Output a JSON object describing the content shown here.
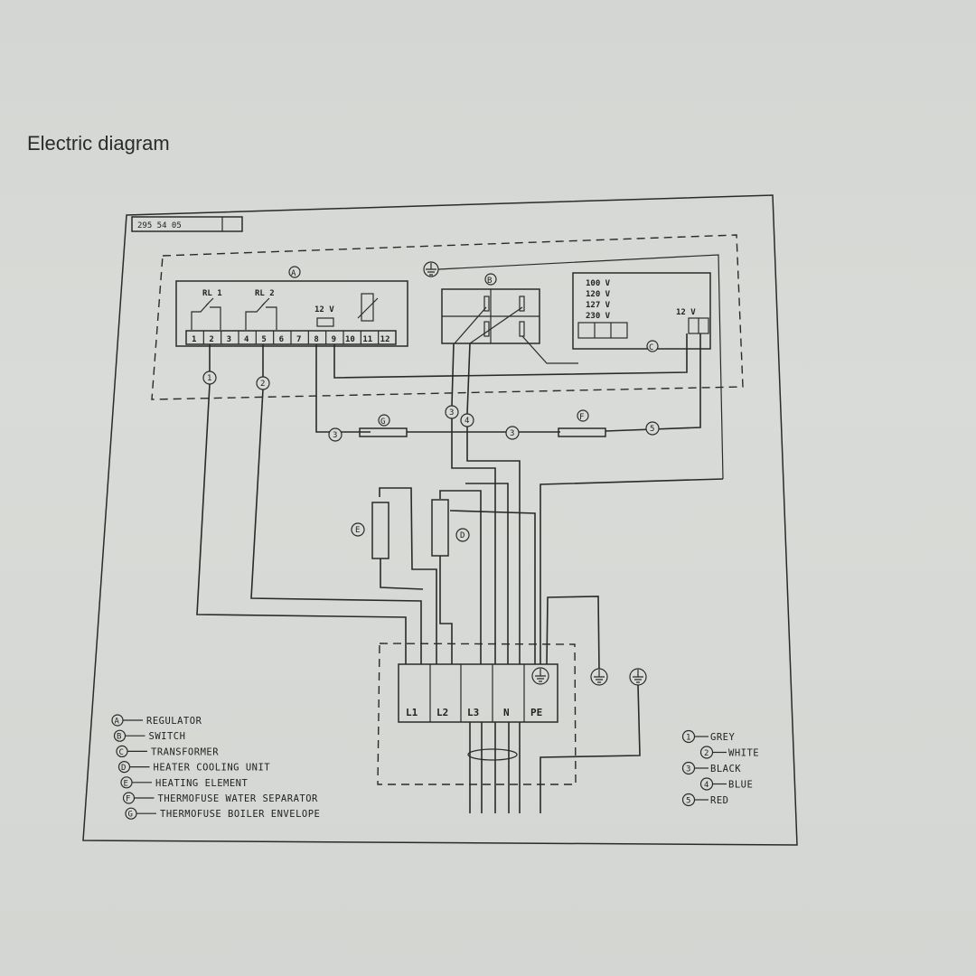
{
  "page": {
    "title": "Electric diagram"
  },
  "diagram": {
    "part_number": "295 54 05",
    "components": {
      "regulator": "A",
      "switch": "B",
      "transformer": "C",
      "heater": "D",
      "heating_element": "E",
      "fuse_water": "F",
      "fuse_boiler": "G"
    },
    "relays": {
      "rl1": "RL 1",
      "rl2": "RL 2"
    },
    "voltage_12v": "12 V",
    "terminal_numbers": [
      "1",
      "2",
      "3",
      "4",
      "5",
      "6",
      "7",
      "8",
      "9",
      "10",
      "11",
      "12"
    ],
    "transformer_voltages": [
      "100 V",
      "120 V",
      "127 V",
      "230 V"
    ],
    "transformer_output": "12 V",
    "wire_markers": [
      "1",
      "2",
      "3",
      "4",
      "3",
      "3",
      "5"
    ],
    "power_terminals": [
      "L1",
      "L2",
      "L3",
      "N",
      "PE"
    ]
  },
  "legend_components": [
    {
      "letter": "A",
      "label": "REGULATOR"
    },
    {
      "letter": "B",
      "label": "SWITCH"
    },
    {
      "letter": "C",
      "label": "TRANSFORMER"
    },
    {
      "letter": "D",
      "label": "HEATER COOLING UNIT"
    },
    {
      "letter": "E",
      "label": "HEATING ELEMENT"
    },
    {
      "letter": "F",
      "label": "THERMOFUSE WATER SEPARATOR"
    },
    {
      "letter": "G",
      "label": "THERMOFUSE BOILER ENVELOPE"
    }
  ],
  "legend_wires": [
    {
      "number": "1",
      "label": "GREY"
    },
    {
      "number": "2",
      "label": "WHITE"
    },
    {
      "number": "3",
      "label": "BLACK"
    },
    {
      "number": "4",
      "label": "BLUE"
    },
    {
      "number": "5",
      "label": "RED"
    }
  ]
}
